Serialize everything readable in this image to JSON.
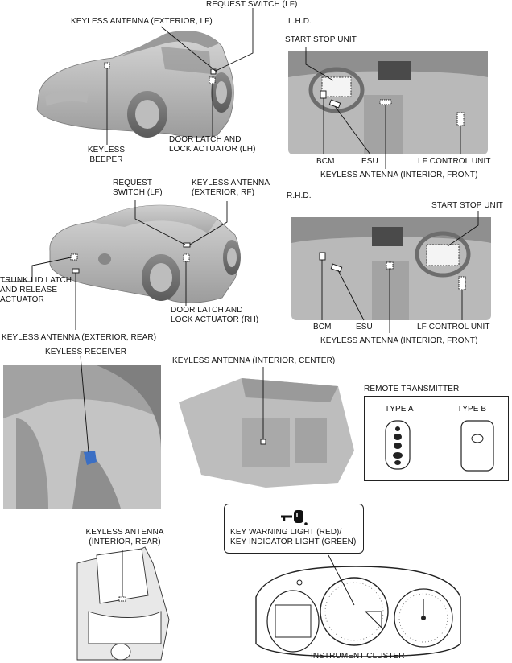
{
  "labels": {
    "request_switch_lf_top": "REQUEST SWITCH (LF)",
    "keyless_antenna_ext_lf": "KEYLESS ANTENNA (EXTERIOR, LF)",
    "keyless_beeper": "KEYLESS\nBEEPER",
    "door_latch_lh": "DOOR LATCH AND\nLOCK ACTUATOR (LH)",
    "lhd": "L.H.D.",
    "start_stop_unit_lhd": "START STOP UNIT",
    "bcm_lhd": "BCM",
    "esu_lhd": "ESU",
    "lf_control_unit_lhd": "LF CONTROL UNIT",
    "keyless_antenna_int_front_lhd": "KEYLESS ANTENNA (INTERIOR, FRONT)",
    "request_switch_lf_2": "REQUEST\nSWITCH (LF)",
    "keyless_antenna_ext_rf": "KEYLESS ANTENNA\n(EXTERIOR, RF)",
    "trunk_lid_latch": "TRUNK LID LATCH\nAND RELEASE\nACTUATOR",
    "door_latch_rh": "DOOR LATCH AND\nLOCK ACTUATOR (RH)",
    "keyless_antenna_ext_rear": "KEYLESS ANTENNA (EXTERIOR, REAR)",
    "rhd": "R.H.D.",
    "start_stop_unit_rhd": "START STOP UNIT",
    "bcm_rhd": "BCM",
    "esu_rhd": "ESU",
    "lf_control_unit_rhd": "LF CONTROL UNIT",
    "keyless_antenna_int_front_rhd": "KEYLESS ANTENNA (INTERIOR, FRONT)",
    "keyless_receiver": "KEYLESS RECEIVER",
    "keyless_antenna_int_center": "KEYLESS ANTENNA (INTERIOR, CENTER)",
    "remote_transmitter": "REMOTE TRANSMITTER",
    "type_a": "TYPE A",
    "type_b": "TYPE B",
    "key_warning_light": "KEY WARNING LIGHT (RED)/\nKEY INDICATOR LIGHT (GREEN)",
    "keyless_antenna_int_rear": "KEYLESS ANTENNA\n(INTERIOR, REAR)",
    "instrument_cluster": "INSTRUMENT CLUSTER"
  }
}
